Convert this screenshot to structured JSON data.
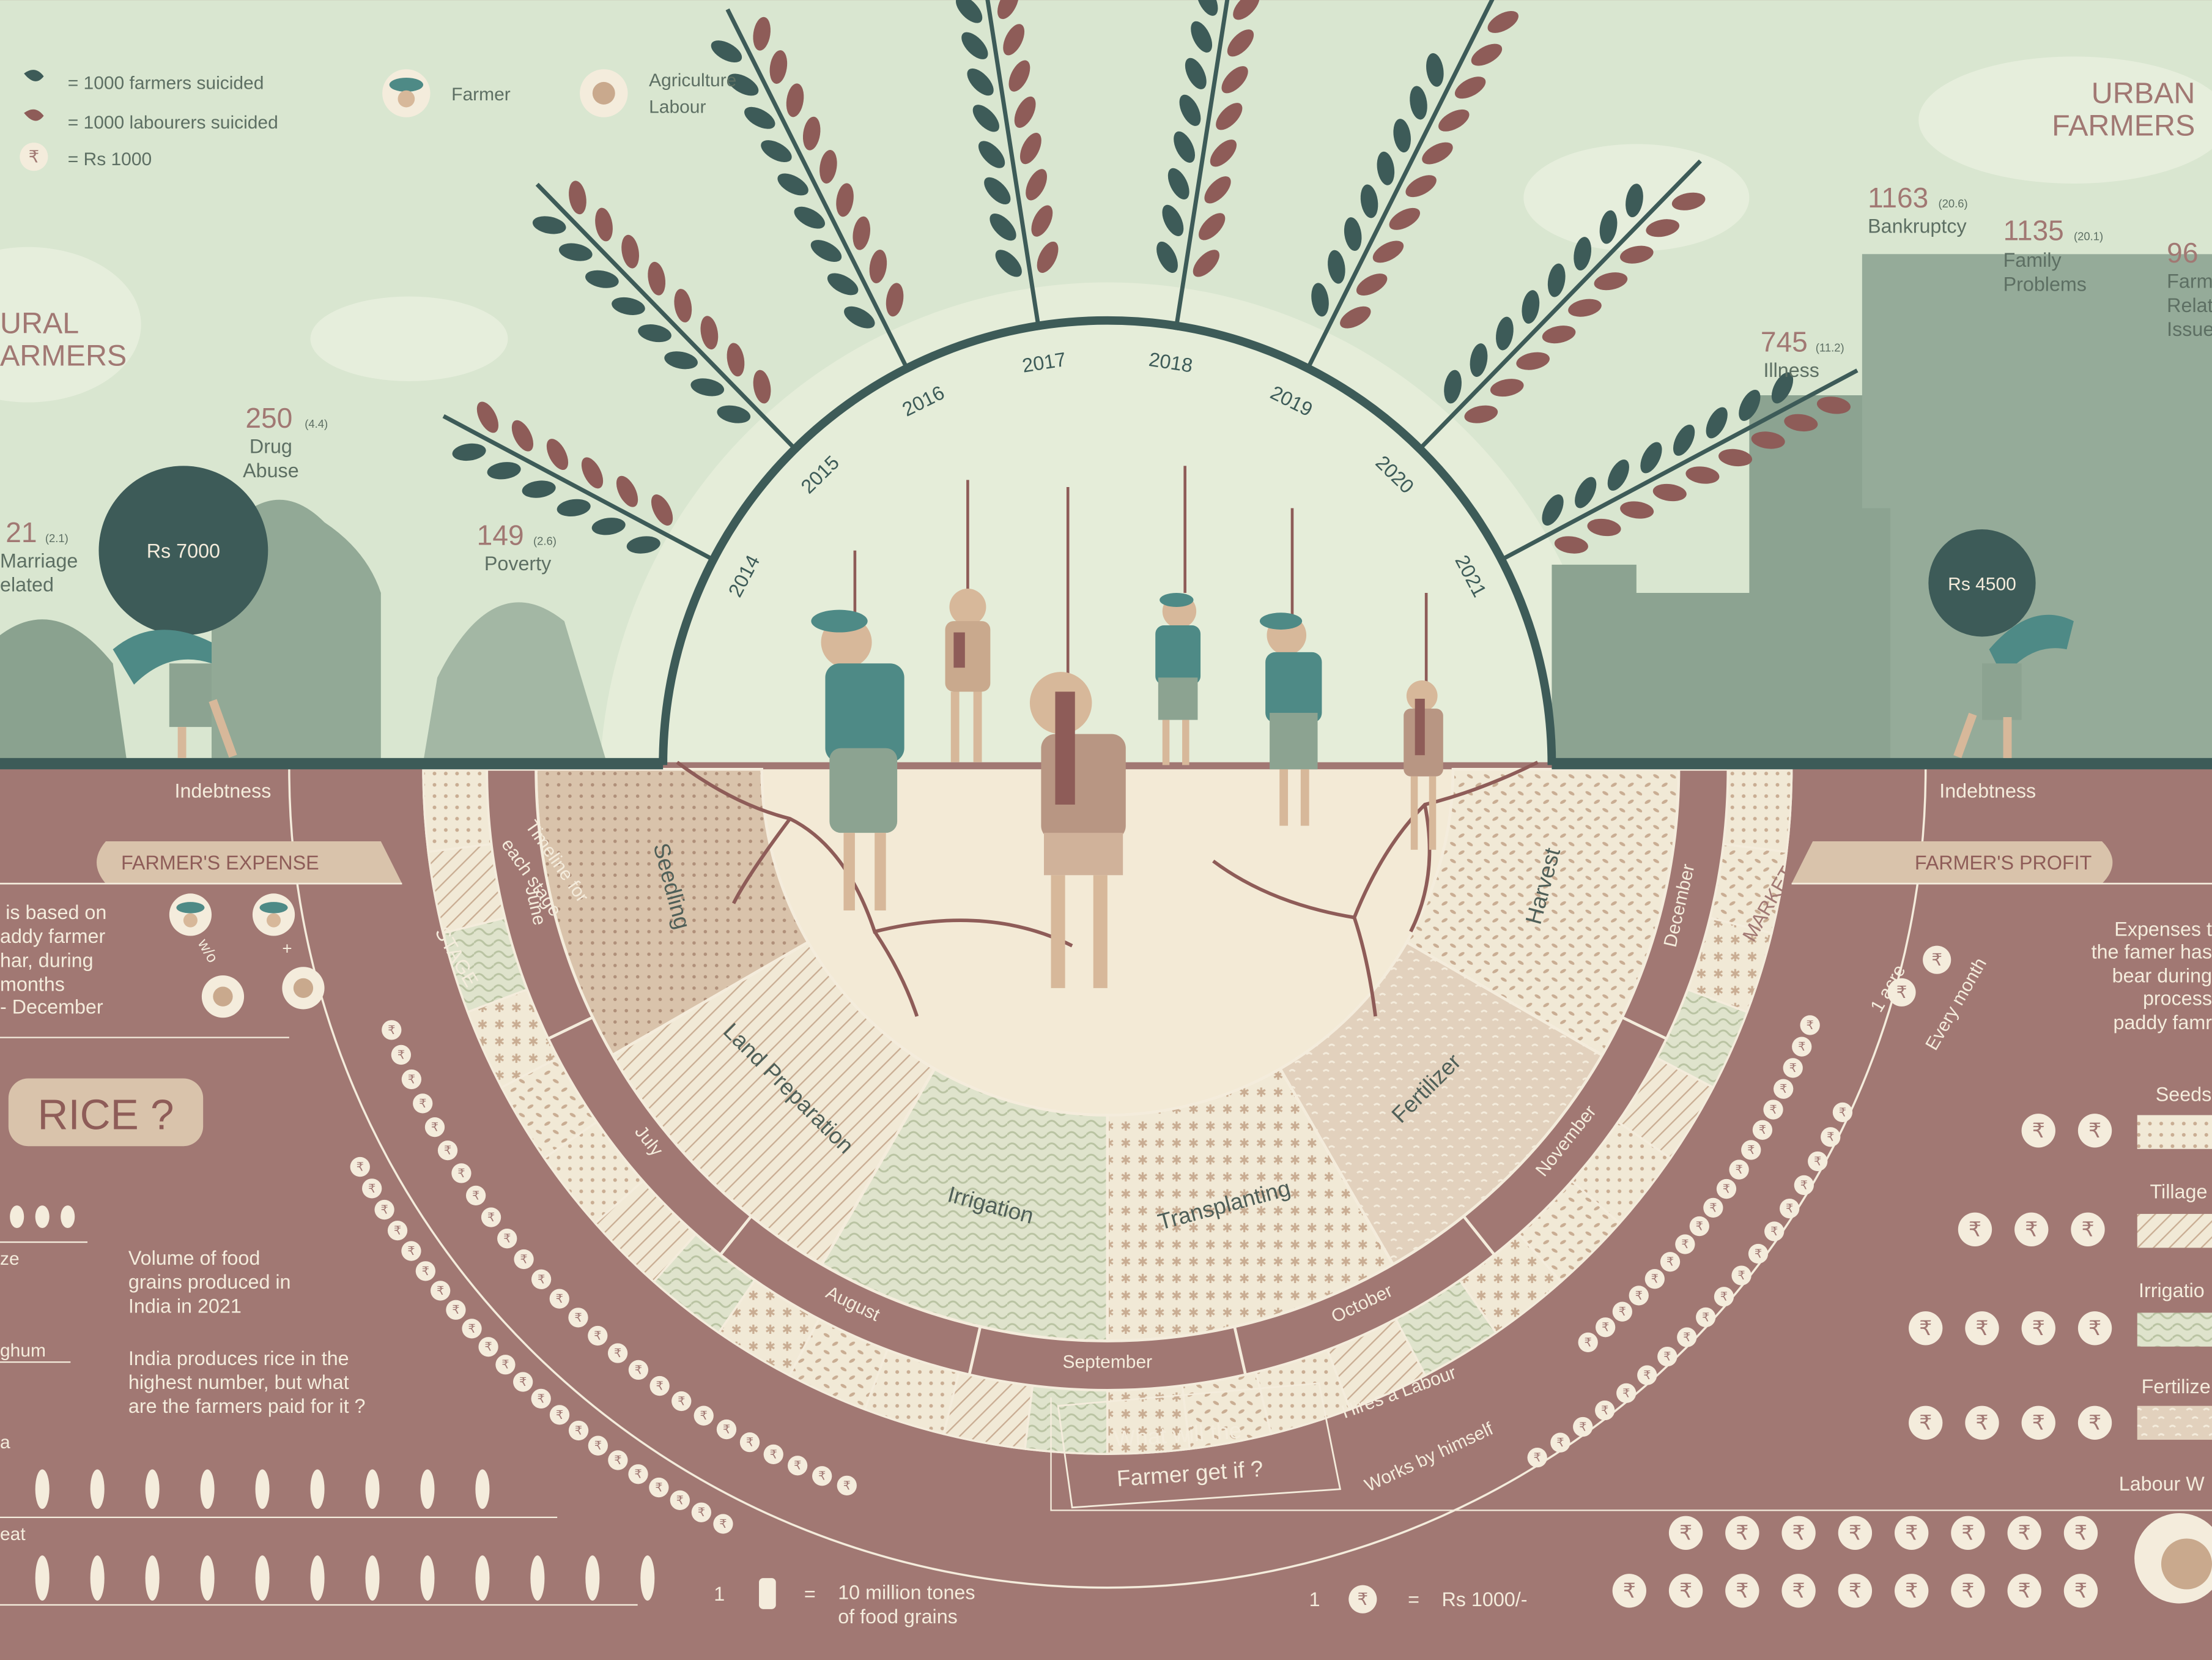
{
  "legend": {
    "farmers_suicided": "= 1000 farmers suicided",
    "labourers_suicided": "= 1000 labourers suicided",
    "rupee": "= Rs 1000",
    "farmer": "Farmer",
    "labour_line1": "Agriculture",
    "labour_line2": "Labour"
  },
  "rural": {
    "title_line1": "URAL",
    "title_line2": "ARMERS",
    "debt": "Rs 7000",
    "indebtness": "Indebtness",
    "stats": [
      {
        "num": "21",
        "pct": "(2.1)",
        "line1": "Marriage",
        "line2": "elated"
      },
      {
        "num": "250",
        "pct": "(4.4)",
        "line1": "Drug",
        "line2": "Abuse"
      },
      {
        "num": "149",
        "pct": "(2.6)",
        "line1": "Poverty",
        "line2": ""
      }
    ]
  },
  "urban": {
    "title_line1": "URBAN",
    "title_line2": "FARMERS",
    "debt": "Rs 4500",
    "indebtness": "Indebtness",
    "stats": [
      {
        "num": "1163",
        "pct": "(20.6)",
        "line1": "Bankruptcy",
        "line2": ""
      },
      {
        "num": "1135",
        "pct": "(20.1)",
        "line1": "Family",
        "line2": "Problems"
      },
      {
        "num": "96",
        "pct": "",
        "line1": "Farm",
        "line2": "Relat",
        "line3": "Issue"
      },
      {
        "num": "745",
        "pct": "(11.2)",
        "line1": "Illness",
        "line2": ""
      }
    ]
  },
  "chart_data": {
    "type": "radial-pictogram",
    "unit": "1000 suicides per leaf",
    "categories": [
      "2014",
      "2015",
      "2016",
      "2017",
      "2018",
      "2019",
      "2020",
      "2021"
    ],
    "series": [
      {
        "name": "1000 farmers suicided",
        "color": "#3d5b58",
        "values": [
          6,
          8,
          9,
          10,
          8,
          8,
          8,
          8
        ]
      },
      {
        "name": "1000 labourers suicided",
        "color": "#8e5c58",
        "values": [
          6,
          8,
          9,
          10,
          9,
          10,
          9,
          9
        ]
      }
    ]
  },
  "timeline": {
    "stage_label": "STAGE",
    "timeline_label_line1": "Timeline for",
    "timeline_label_line2": "each stage",
    "market_label": "MARKET",
    "stages": [
      "Seedling",
      "Land Preparation",
      "Irrigation",
      "Transplanting",
      "Fertilizer",
      "Harvest"
    ],
    "months": [
      "June",
      "July",
      "August",
      "September",
      "October",
      "November",
      "December"
    ]
  },
  "expense": {
    "title": "FARMER'S EXPENSE",
    "desc_lines": [
      "is based on",
      "addy farmer",
      "har, during",
      "months",
      "- December"
    ],
    "wo_label": "w/o",
    "plus_label": "+"
  },
  "profit": {
    "title": "FARMER'S PROFIT",
    "acre_label": "1 acre",
    "month_label": "Every month",
    "desc_lines": [
      "Expenses t",
      "the famer has",
      "bear during",
      "process",
      "paddy famr"
    ],
    "items": [
      "Seeds",
      "Tillage",
      "Irrigatio",
      "Fertilize",
      "Labour W"
    ]
  },
  "center": {
    "question_line1": "What will the",
    "question_line2": "Farmer get if ?",
    "hires": "Hires a Labour",
    "works": "Works by himself",
    "rupee_unit": "1",
    "rupee_eq": "=",
    "rupee_value": "Rs 1000/-"
  },
  "grains": {
    "heading": "RICE ?",
    "volume_lines": [
      "Volume of food",
      "grains produced in",
      "India in 2021"
    ],
    "india_lines": [
      "India produces rice in the",
      "highest number, but what",
      "are the farmers paid for it ?"
    ],
    "rows": [
      "ze",
      "ghum",
      "a",
      "eat"
    ],
    "unit_num": "1",
    "unit_eq": "=",
    "unit_line1": "10 million tones",
    "unit_line2": "of food grains"
  }
}
